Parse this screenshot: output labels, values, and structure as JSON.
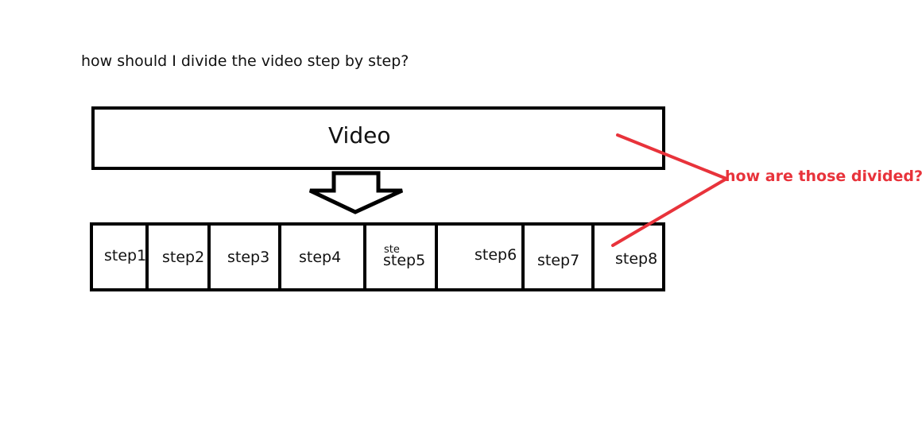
{
  "question": "how should I divide the video step by step?",
  "video_label": "Video",
  "steps": [
    "step1",
    "step2",
    "step3",
    "step4",
    "step5",
    "step6",
    "step7",
    "step8"
  ],
  "scribble": "ste",
  "annotation": "how are those divided?",
  "colors": {
    "annotation": "#e8333b",
    "stroke": "#000000",
    "background": "#ffffff"
  }
}
